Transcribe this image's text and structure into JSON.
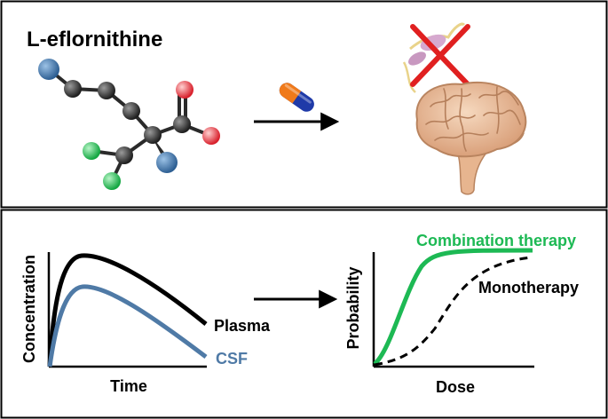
{
  "top_panel": {
    "compound_name": "L-eflornithine",
    "atom_colors": {
      "carbon": "#3a3a3a",
      "nitrogen": "#4a7fb5",
      "oxygen": "#e0303a",
      "fluorine": "#2ecc5a"
    },
    "capsule_colors": {
      "cap": "#f07a1a",
      "body": "#1f3aa8"
    },
    "cross_color": "#e02020"
  },
  "bottom_panel": {
    "left_chart": {
      "xlabel": "Time",
      "ylabel": "Concentration",
      "series": [
        {
          "name": "Plasma",
          "color": "#000000"
        },
        {
          "name": "CSF",
          "color": "#4f7aa6"
        }
      ]
    },
    "right_chart": {
      "xlabel": "Dose",
      "ylabel": "Probability",
      "series": [
        {
          "name": "Combination therapy",
          "color": "#1db954"
        },
        {
          "name": "Monotherapy",
          "color": "#000000"
        }
      ]
    }
  }
}
